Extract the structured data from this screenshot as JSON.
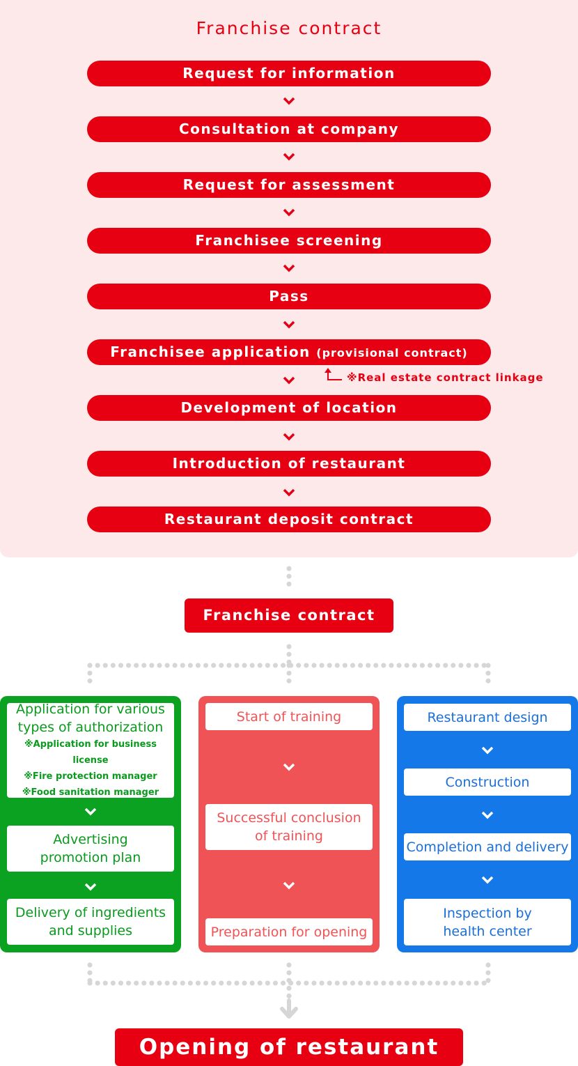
{
  "top": {
    "title": "Franchise contract",
    "steps": [
      {
        "main": "Request for information",
        "sub": ""
      },
      {
        "main": "Consultation at company",
        "sub": ""
      },
      {
        "main": "Request for assessment",
        "sub": ""
      },
      {
        "main": "Franchisee screening",
        "sub": ""
      },
      {
        "main": "Pass",
        "sub": ""
      },
      {
        "main": "Franchisee application",
        "sub": "(provisional contract)"
      },
      {
        "main": "Development of location",
        "sub": ""
      },
      {
        "main": "Introduction of restaurant",
        "sub": ""
      },
      {
        "main": "Restaurant deposit contract",
        "sub": ""
      }
    ],
    "note": "※Real estate contract linkage"
  },
  "middle": {
    "label": "Franchise contract"
  },
  "columns": {
    "green": {
      "card1_title": "Application for various types of authorization",
      "card1_notes": [
        "※Application for business license",
        "※Fire protection manager",
        "※Food sanitation manager"
      ],
      "card2": "Advertising promotion plan",
      "card3": "Delivery of ingredients and supplies"
    },
    "red": {
      "card1": "Start of training",
      "card2": "Successful conclusion of training",
      "card3": "Preparation for opening"
    },
    "blue": {
      "card1": "Restaurant design",
      "card2": "Construction",
      "card3": "Completion and delivery",
      "card4": "Inspection by health center"
    }
  },
  "final": {
    "label": "Opening of restaurant"
  },
  "colors": {
    "red": "#e60012",
    "pink_bg": "#fde8ea",
    "green": "#0aa220",
    "coral": "#f05356",
    "blue": "#1478e8",
    "dots": "#d6d6d6"
  }
}
